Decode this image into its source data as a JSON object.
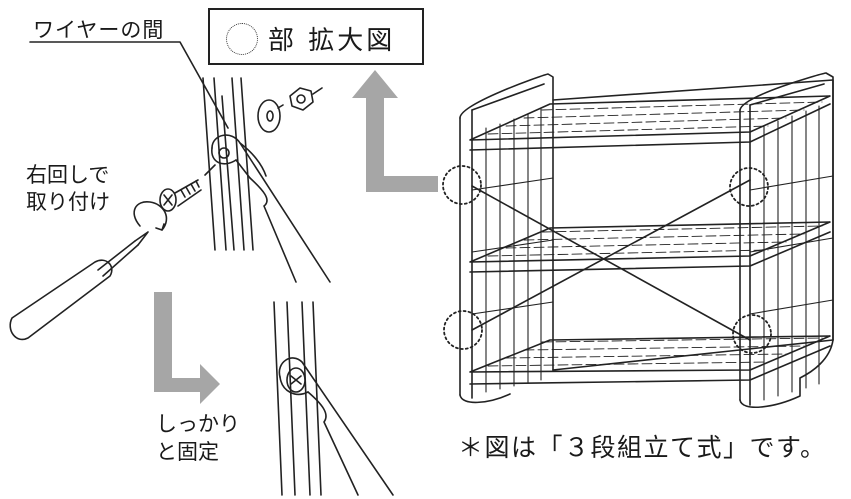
{
  "labels": {
    "wire_gap": "ワイヤーの間",
    "enlarged_view": "部 拡大図",
    "rotate_line1": "右回しで",
    "rotate_line2": "取り付け",
    "fix_line1": "しっかり",
    "fix_line2": "と固定",
    "note": "＊図は「３段組立て式」です。"
  },
  "colors": {
    "line": "#222222",
    "arrow_gray": "#a6a6a6",
    "background": "#ffffff"
  }
}
